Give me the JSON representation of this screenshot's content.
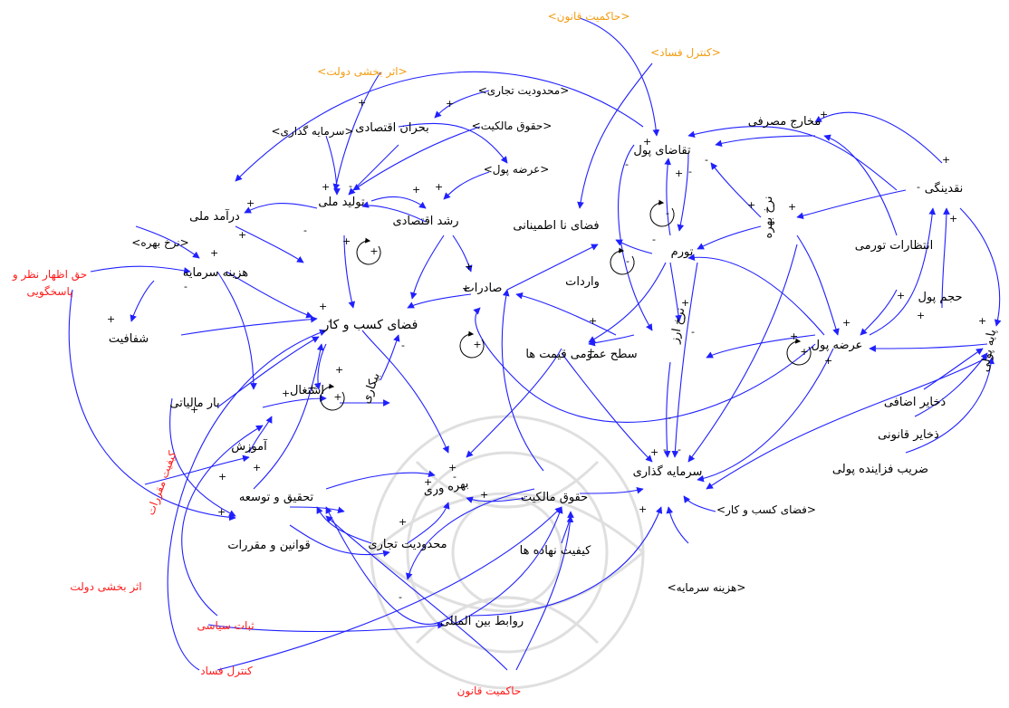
{
  "colors": {
    "edge": "#2020ff",
    "node_text": "#000000",
    "shadow_variable": "#f39c12",
    "exogenous_red": "#ff1a1a",
    "watermark": "#dcdcdc"
  },
  "nodes": {
    "national_income": "درآمد ملی",
    "national_production": "تولید ملی",
    "economic_growth": "رشد اقتصادی",
    "uncertainty_space": "فضای نا اطمینانی",
    "money_demand": "تقاضای پول",
    "consumption_expenditure": "مخارج مصرفی",
    "liquidity": "نقدینگی",
    "interest_rate": "نرخ بهره",
    "inflation_expectations": "انتظارات تورمی",
    "inflation": "تورم",
    "money_volume": "حجم پول",
    "capital_cost": "هزینه سرمایه",
    "exports": "صادرات",
    "imports": "واردات",
    "transparency": "شفافیت",
    "business_space": "فضای کسب و کار",
    "exchange_rate": "نرخ ارز",
    "money_supply": "عرضه پول",
    "general_price_level": "سطح عمومی قیمت ها",
    "monetary_base": "پایه پولی",
    "employment": "اشتغال",
    "unemployment": "بیکاری",
    "tax_burden": "بار مالیاتی",
    "excess_reserves": "ذخایر اضافی",
    "legal_reserves": "ذخایر قانونی",
    "money_multiplier": "ضریب فزاینده پولی",
    "education": "آموزش",
    "productivity": "بهره وری",
    "investment": "سرمایه گذاری",
    "research_development": "تحقیق و توسعه",
    "property_rights": "حقوق مالکیت",
    "trade_restrictions": "محدودیت تجاری",
    "laws_regulations": "قوانین و مقررات",
    "institutional_quality": "کیفیت نهاده ها",
    "international_relations": "روابط بین المللی",
    "economic_crisis": "بحران اقتصادی"
  },
  "shadow_variables": {
    "rule_of_law": "<حاکمیت قانون>",
    "corruption_control": "<کنترل فساد>",
    "gov_effectiveness": "<اثر بخشی دولت>",
    "trade_restrictions": "<محدودیت تجاری>",
    "investment": "<سرمایه گذاری>",
    "property_rights": "<حقوق مالکیت>",
    "money_supply": "<عرضه پول>",
    "interest_rate": "<نرخ بهره>",
    "business_space": "<فضای کسب و کار>",
    "capital_cost": "<هزینه سرمایه>"
  },
  "exogenous": {
    "voice_accountability": [
      "حق اظهار نظر و",
      "پاسخگویی"
    ],
    "regulatory_quality": "کیفیت مقررات",
    "gov_effectiveness": "اثر بخشی دولت",
    "political_stability": "ثبات سیاسی",
    "corruption_control": "کنترل فساد",
    "rule_of_law": "حاکمیت قانون"
  },
  "loops": [
    {
      "id": "R1",
      "polarity": "+"
    },
    {
      "id": "R2",
      "polarity": "+"
    },
    {
      "id": "R3",
      "polarity": "+"
    },
    {
      "id": "R4",
      "polarity": "+"
    },
    {
      "id": "B1",
      "polarity": "-"
    },
    {
      "id": "B2",
      "polarity": "-"
    }
  ],
  "signs": {
    "plus": "+",
    "minus": "-"
  }
}
